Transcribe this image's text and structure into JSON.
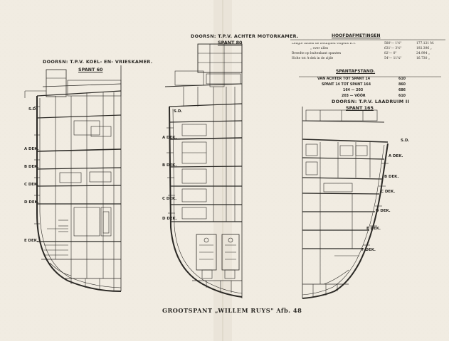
{
  "sections": {
    "left": {
      "title": "DOORSN: T.P.V. KOEL- EN- VRIESKAMER.",
      "frame": "SPANT 60",
      "decks": [
        "S.D.",
        "A DEK.",
        "B DEK.",
        "C DEK.",
        "D DEK.",
        "E DEK."
      ]
    },
    "middle": {
      "title": "DOORSN: T.P.V. ACHTER MOTORKAMER.",
      "frame": "SPANT 80",
      "decks": [
        "S.D.",
        "A DEK.",
        "B DEK.",
        "C DEK.",
        "D DEK."
      ]
    },
    "right": {
      "title": "DOORSN: T.P.V. LAADRUIM II",
      "frame": "SPANT 165",
      "decks": [
        "S.D.",
        "A DEK.",
        "B DEK.",
        "C DEK.",
        "D DEK.",
        "E DEK.",
        "F DEK."
      ]
    }
  },
  "main_dimensions": {
    "title": "HOOFDAFMETINGEN",
    "rows": [
      {
        "label": "Lengte tussen de loodlijnen volgens B.V.",
        "imperial": "580'— 1½\"",
        "metric": "177.121 M."
      },
      {
        "label": "„ over alles",
        "imperial": "631'— 3½\"",
        "metric": "192.396 „"
      },
      {
        "label": "Breedte op buitenkant spanten",
        "imperial": "82'— 0\"",
        "metric": "24.994 „"
      },
      {
        "label": "Holte tot A-dek in de zijde",
        "imperial": "54'— 11¼\"",
        "metric": "16.730 „"
      }
    ]
  },
  "frame_spacing": {
    "title": "SPANTAFSTAND.",
    "rows": [
      {
        "label": "VAN ACHTER TOT SPANT 14",
        "value": "610"
      },
      {
        "label": "SPANT 14 TOT SPANT 164",
        "value": "860"
      },
      {
        "label": "164 — 203",
        "value": "686"
      },
      {
        "label": "203 — VÓÓR",
        "value": "610"
      }
    ]
  },
  "caption": "GROOTSPANT „WILLEM RUYS\" Afb. 48"
}
